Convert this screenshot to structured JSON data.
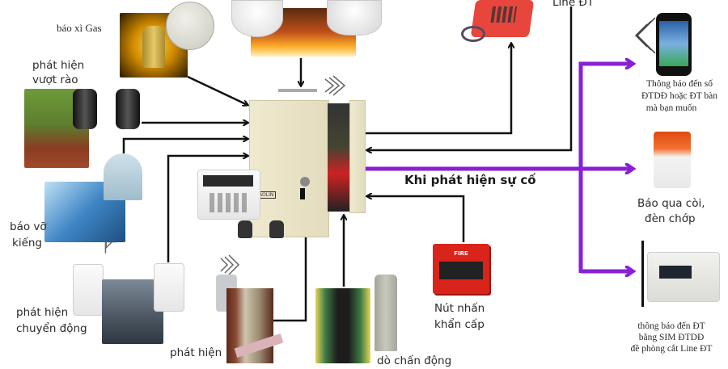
{
  "diagram": {
    "center_unit": {
      "name": "alarm-control-panel",
      "brand_text": "AOLIN"
    },
    "caption": "Khi phát hiện sự cố",
    "inputs": [
      {
        "id": "gas",
        "label": "báo xì Gas"
      },
      {
        "id": "fence",
        "label_line1": "phát hiện",
        "label_line2": "vượt rào"
      },
      {
        "id": "glass",
        "label_line1": "báo vỡ",
        "label_line2": "kiếng"
      },
      {
        "id": "motion",
        "label_line1": "phát hiện",
        "label_line2": "chuyển động"
      },
      {
        "id": "door",
        "label": "phát hiện"
      },
      {
        "id": "vibration",
        "label": "dò chấn động"
      },
      {
        "id": "panic",
        "label_line1": "Nút nhấn",
        "label_line2": "khẩn cấp",
        "device_text": "FIRE"
      },
      {
        "id": "smoke",
        "label": ""
      }
    ],
    "outputs": [
      {
        "id": "landline",
        "label": "Line ĐT"
      },
      {
        "id": "mobile",
        "label_line1": "Thông báo đến số",
        "label_line2": "ĐTDĐ hoặc ĐT bàn",
        "label_line3": "mà bạn muốn"
      },
      {
        "id": "siren",
        "label_line1": "Báo qua còi,",
        "label_line2": "đèn chớp"
      },
      {
        "id": "gsm",
        "label_line1": "thông báo đến ĐT",
        "label_line2": "bằng SIM ĐTDĐ",
        "label_line3": "đề phòng cắt Line ĐT"
      }
    ],
    "colors": {
      "wire": "#111111",
      "alert_wire": "#8a1fd6",
      "panel": "#ebe4c6",
      "phone_red": "#e8453c",
      "fire_red": "#d9241b"
    }
  }
}
